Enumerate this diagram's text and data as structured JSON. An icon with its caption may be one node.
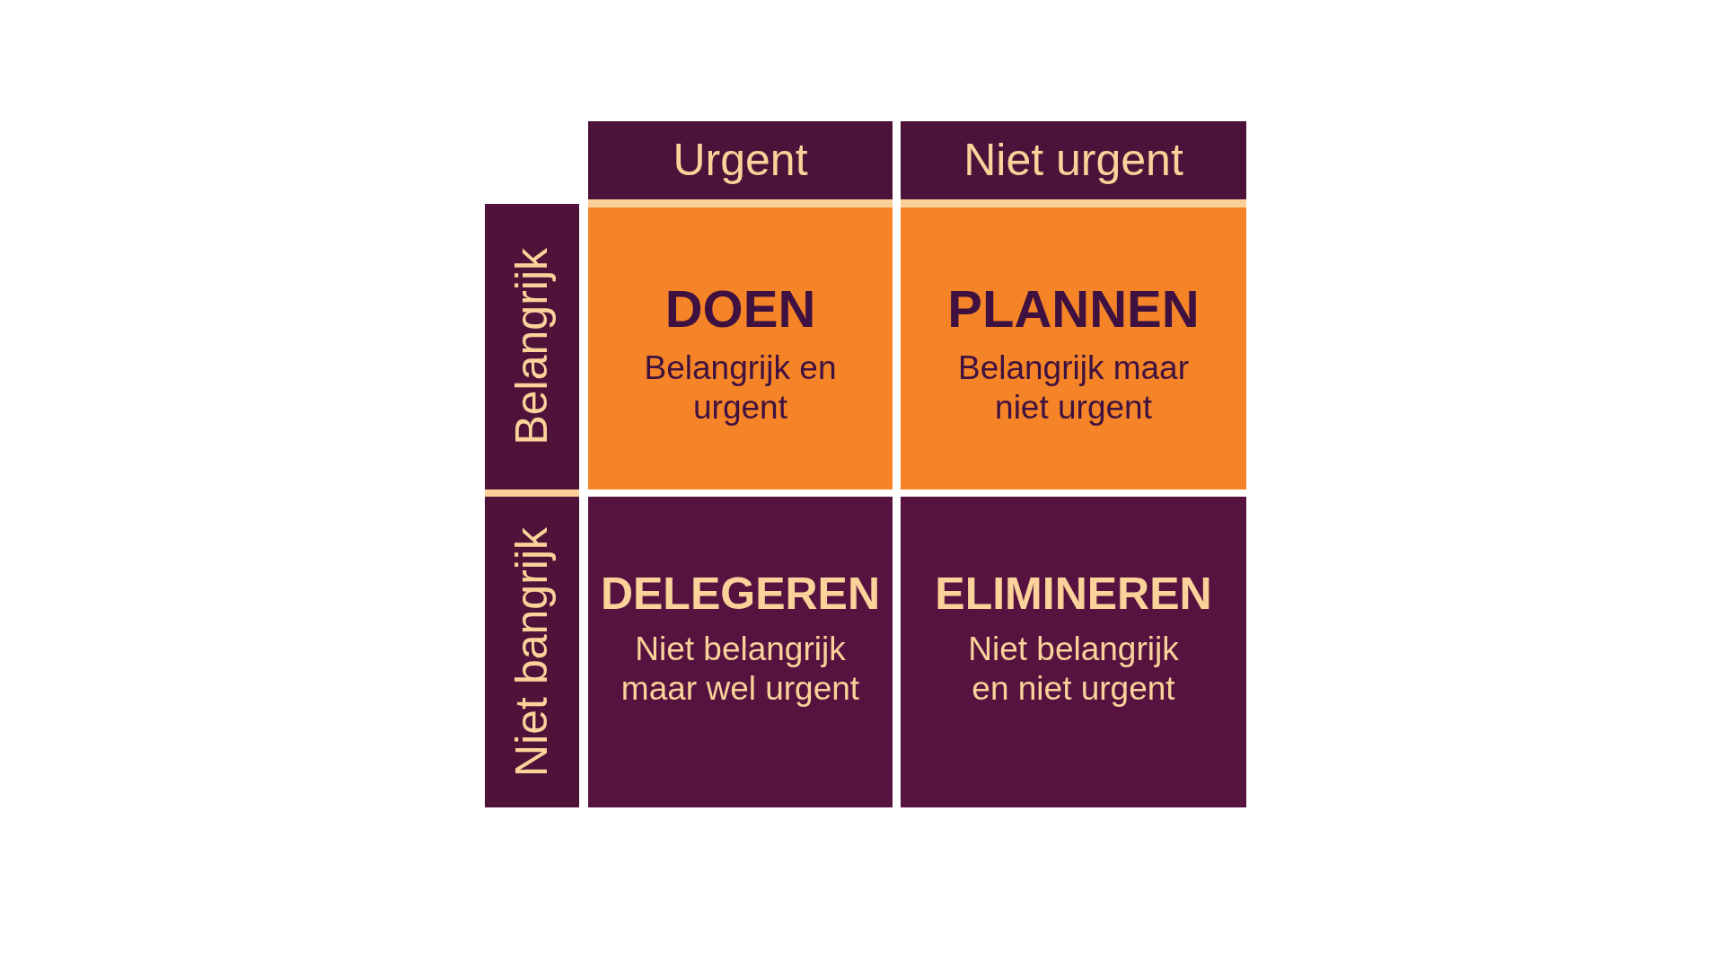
{
  "diagram": {
    "nodes": [
      {
        "text": [
          "Urgent"
        ]
      },
      {
        "text": [
          "Niet urgent"
        ]
      },
      {
        "text": [
          "Belangrijk"
        ]
      },
      {
        "text": [
          "DOEN",
          "Belangrijk en urgent"
        ]
      },
      {
        "text": [
          "PLANNEN",
          "Belangrijk maar niet urgent"
        ]
      },
      {
        "text": [
          "Niet bangrijk"
        ]
      },
      {
        "text": [
          "DELEGEREN",
          "Niet belangrijk maar wel urgent"
        ]
      },
      {
        "text": [
          "ELIMINEREN",
          "Niet belangrijk en niet urgent"
        ]
      }
    ]
  }
}
